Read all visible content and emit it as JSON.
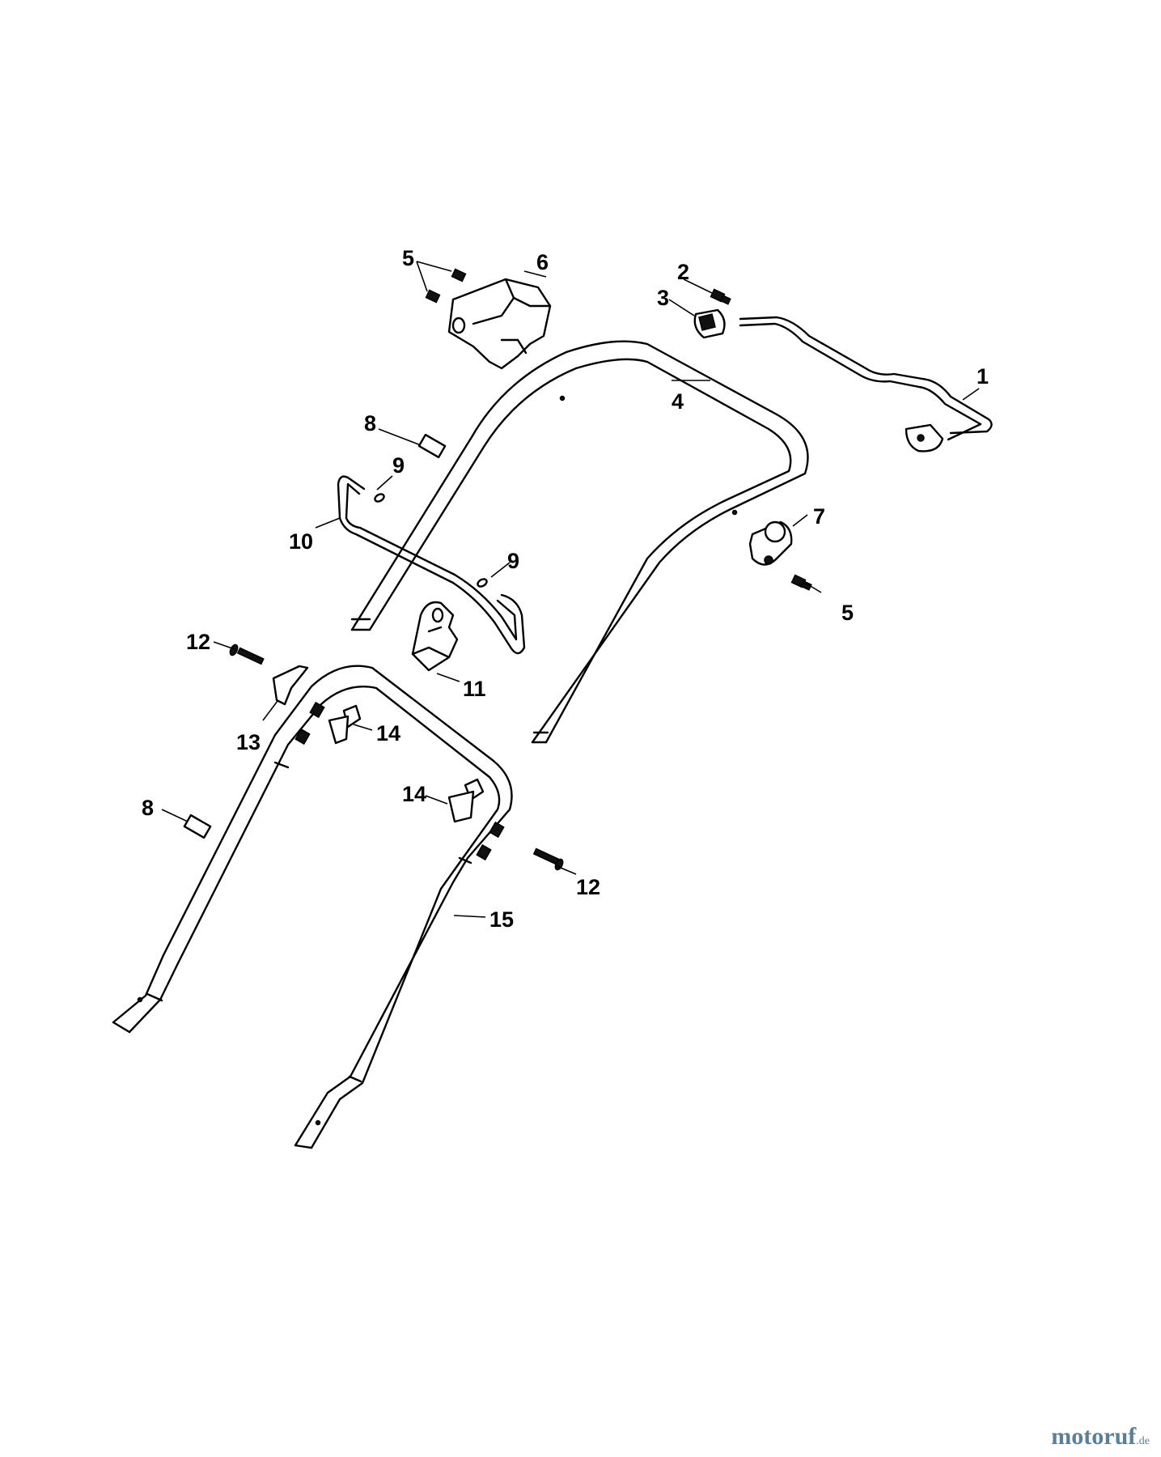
{
  "callouts": {
    "c1": "1",
    "c2": "2",
    "c3": "3",
    "c4": "4",
    "c5a": "5",
    "c5b": "5",
    "c6": "6",
    "c7": "7",
    "c8a": "8",
    "c8b": "8",
    "c9a": "9",
    "c9b": "9",
    "c10": "10",
    "c11": "11",
    "c12a": "12",
    "c12b": "12",
    "c13": "13",
    "c14a": "14",
    "c14b": "14",
    "c15": "15"
  },
  "watermark": {
    "brand": "motoruf",
    "tld": ".de"
  },
  "colors": {
    "line": "#000000",
    "background": "#ffffff",
    "watermark": "#5a7f99"
  }
}
